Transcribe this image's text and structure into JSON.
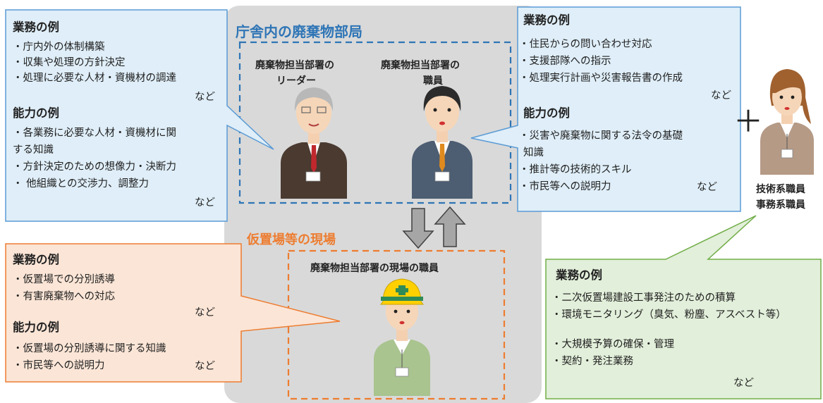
{
  "center": {
    "office_title": "庁舎内の廃棄物部局",
    "leader_label": [
      "廃棄物担当部署の",
      "リーダー"
    ],
    "staff_label": [
      "廃棄物担当部署の",
      "職員"
    ],
    "site_title": "仮置場等の現場",
    "site_staff_label": "廃棄物担当部署の現場の職員"
  },
  "left_top": {
    "work_heading": "業務の例",
    "work_items": [
      "・庁内外の体制構築",
      "・収集や処理の方針決定",
      "・処理に必要な人材・資機材の調達"
    ],
    "work_etc": "など",
    "ability_heading": "能力の例",
    "ability_items": [
      "・各業務に必要な人材・資機材に関",
      "する知識",
      "・方針決定のための想像力・決断力",
      "・ 他組織との交渉力、調整力"
    ],
    "ability_etc": "など"
  },
  "right_top": {
    "work_heading": "業務の例",
    "work_items": [
      "・住民からの問い合わせ対応",
      "・支援部隊への指示",
      "・処理実行計画や災害報告書の作成"
    ],
    "work_etc": "など",
    "ability_heading": "能力の例",
    "ability_items": [
      "・災害や廃棄物に関する法令の基礎",
      "知識",
      "・推計等の技術的スキル",
      "・市民等への説明力"
    ],
    "ability_etc": "など"
  },
  "left_bottom": {
    "work_heading": "業務の例",
    "work_items": [
      "・仮置場での分別誘導",
      "・有害廃棄物への対応"
    ],
    "work_etc": "など",
    "ability_heading": "能力の例",
    "ability_items": [
      "・仮置場の分別誘導に関する知識",
      "・市民等への説明力"
    ],
    "ability_etc": "など"
  },
  "right_bottom": {
    "work_heading": "業務の例",
    "work_items": [
      "・二次仮置場建設工事発注のための積算",
      "・環境モニタリング（臭気、粉塵、アスベスト等）",
      "",
      "・大規模予算の確保・管理",
      "・契約・発注業務"
    ],
    "work_etc": "など"
  },
  "tech_staff": {
    "plus": "＋",
    "label_lines": [
      "技術系職員",
      "事務系職員"
    ]
  },
  "colors": {
    "blue_box": "#dfeef8",
    "blue_border": "#5b9bd5",
    "orange_box": "#fbe5d6",
    "orange_border": "#ed7d31",
    "green_box": "#e2efda",
    "green_border": "#70ad47",
    "center_panel": "#d9d9d9",
    "office_title": "#2e75b6",
    "site_title": "#ed7d31"
  }
}
